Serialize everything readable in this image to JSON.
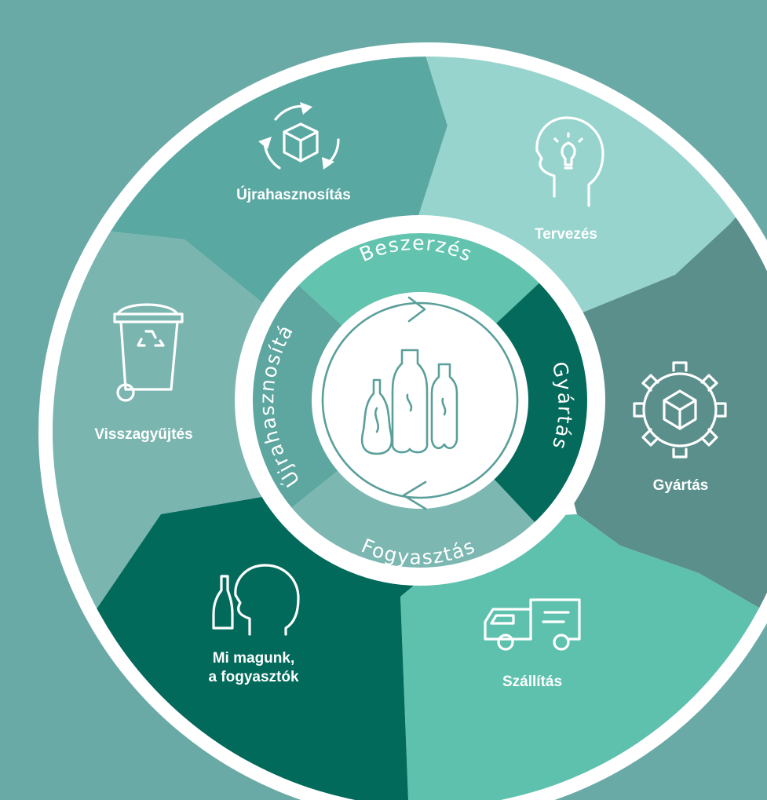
{
  "colors": {
    "background": "#6aaaa6",
    "outer_ring": "#ffffff",
    "segment_ujrahasznositas": "#5aa8a2",
    "segment_tervezes": "#97d4ce",
    "segment_gyartas": "#5b8f8b",
    "segment_szallitas": "#5ec1ad",
    "segment_fogyasztok": "#016a5b",
    "segment_visszagyujtes": "#7ab5b0",
    "inner_beszerzes": "#62c4ae",
    "inner_gyartas": "#046a5b",
    "inner_fogyasztas": "#7cb7b1",
    "inner_ujrahasznositas": "#5ea6a0",
    "center_stroke": "#5a9f9a"
  },
  "segments": [
    {
      "id": "ujrahasznositas",
      "lines": [
        "Újrahasznosítás"
      ],
      "icon": "recycle-box-icon"
    },
    {
      "id": "tervezes",
      "lines": [
        "Tervezés"
      ],
      "icon": "head-lightbulb-icon"
    },
    {
      "id": "gyartas",
      "lines": [
        "Gyártás"
      ],
      "icon": "gear-box-icon"
    },
    {
      "id": "szallitas",
      "lines": [
        "Szállítás"
      ],
      "icon": "delivery-truck-icon"
    },
    {
      "id": "fogyasztok",
      "lines": [
        "Mi magunk,",
        "a fogyasztók"
      ],
      "icon": "bottle-head-icon"
    },
    {
      "id": "visszagyujtes",
      "lines": [
        "Visszagyűjtés"
      ],
      "icon": "recycle-bin-icon"
    }
  ],
  "inner_ring": {
    "beszerzes": "Beszerzés",
    "gyartas": "Gyártás",
    "fogyasztas": "Fogyasztás",
    "ujrahasznositas": "Újrahasznosítás"
  },
  "center": {
    "icon": "bottles-cycle-icon"
  }
}
